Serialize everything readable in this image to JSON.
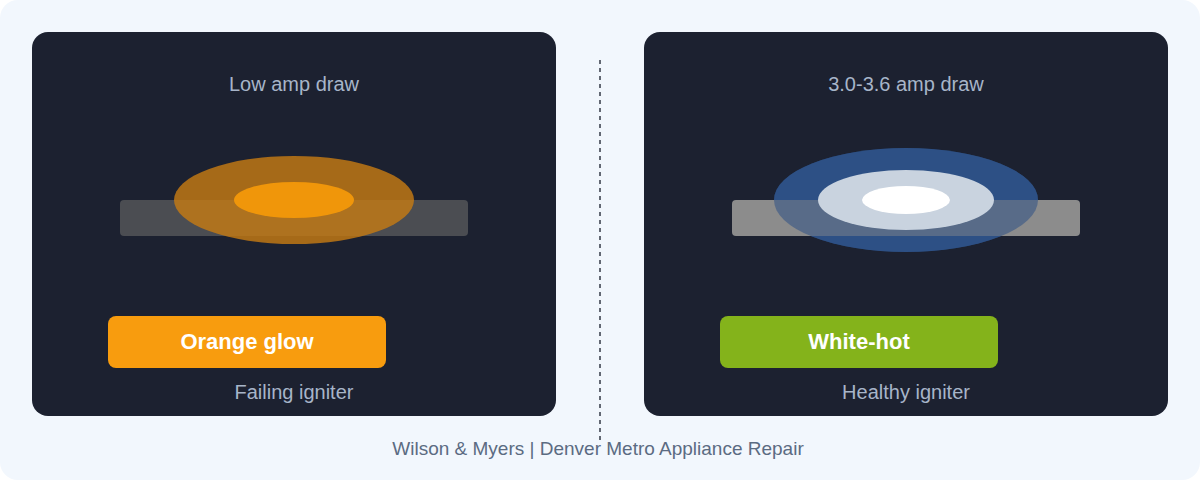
{
  "diagram": {
    "nodes": [
      {
        "text": [
          "Low amp draw",
          "Failing igniter"
        ]
      },
      {
        "text": [
          "Orange glow"
        ],
        "in": 0
      },
      {
        "text": [
          "3.0-3.6 amp draw",
          "Healthy igniter"
        ]
      },
      {
        "text": [
          "White-hot"
        ],
        "in": 2
      }
    ],
    "labels": [
      "Wilson & Myers | Denver Metro Appliance Repair"
    ]
  }
}
